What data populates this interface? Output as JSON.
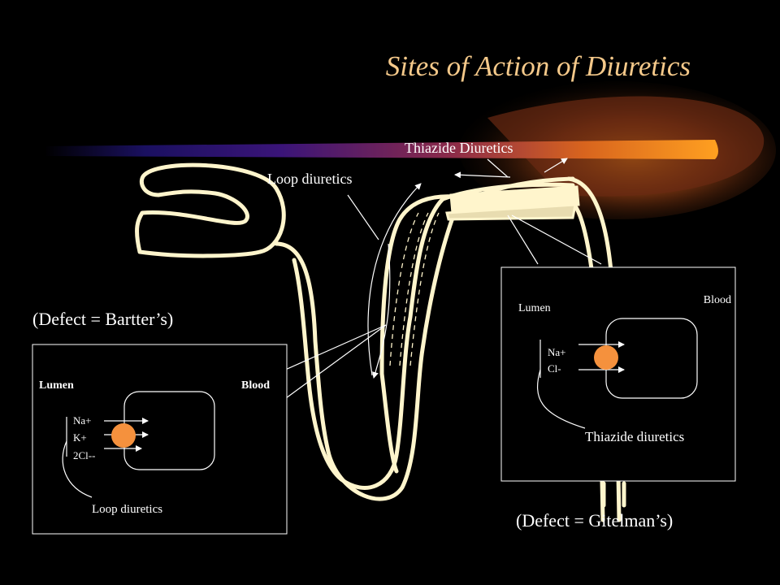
{
  "slide": {
    "title": "Sites of Action of Diuretics",
    "labels": {
      "thiazide_top": "Thiazide Diuretics",
      "loop_top": "Loop diuretics",
      "bartter_defect": "(Defect = Bartter’s)",
      "gitelman_defect": "(Defect = Gitelman’s)"
    },
    "loop_cell": {
      "lumen": "Lumen",
      "blood": "Blood",
      "ions": [
        "Na+",
        "K+",
        "2Cl--"
      ],
      "drug": "Loop diuretics"
    },
    "thiazide_cell": {
      "lumen": "Lumen",
      "blood": "Blood",
      "ions": [
        "Na+",
        "Cl-"
      ],
      "drug": "Thiazide diuretics"
    }
  },
  "colors": {
    "background": "#000000",
    "title": "#F5C98A",
    "text": "#FFFFFF",
    "tubule": "#FFF5CC",
    "transporter": "#F5913D",
    "box_border": "#FFFFFF"
  }
}
